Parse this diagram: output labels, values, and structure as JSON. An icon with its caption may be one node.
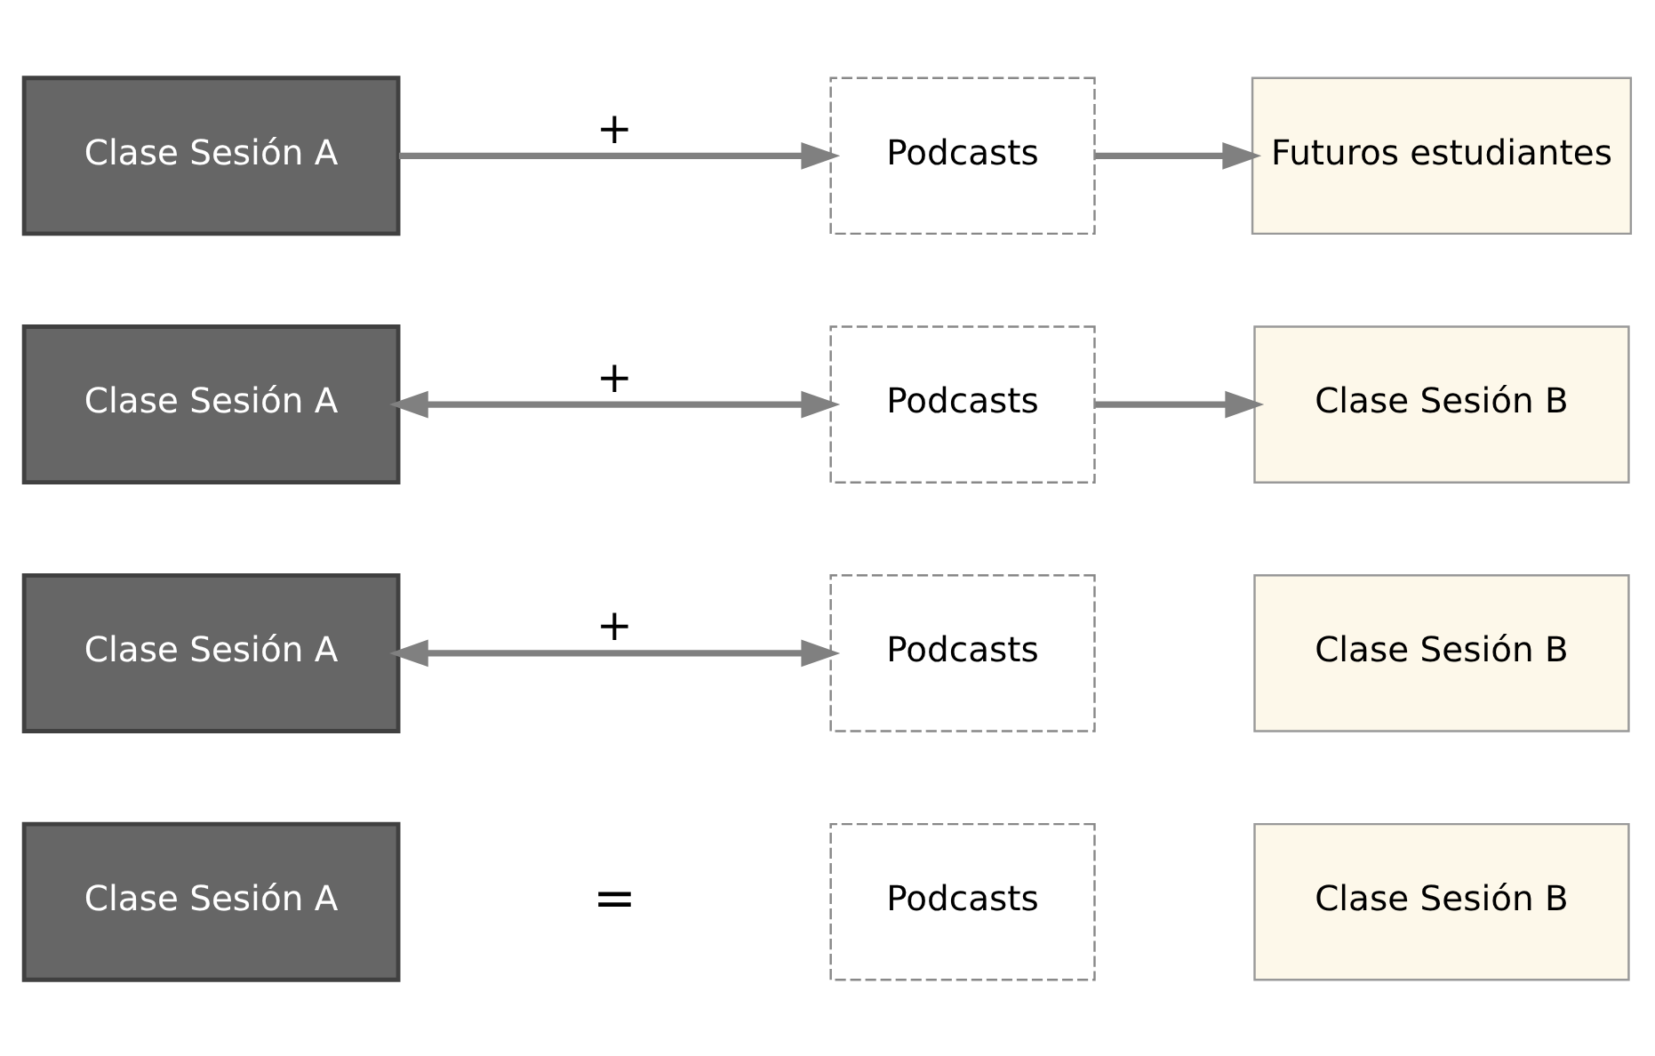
{
  "diagram": {
    "nodes": [
      {
        "text": [
          "Clase Sesión A"
        ]
      },
      {
        "text": [
          "Podcasts"
        ]
      },
      {
        "text": [
          "Clase Sesión B"
        ]
      },
      {
        "text": [
          "Clase Sesión A"
        ]
      },
      {
        "text": [
          "Podcasts"
        ]
      },
      {
        "text": [
          "Clase Sesión B"
        ]
      },
      {
        "text": [
          "Clase Sesión A"
        ]
      },
      {
        "text": [
          "Podcasts"
        ]
      },
      {
        "text": [
          "Clase Sesión B"
        ]
      },
      {
        "text": [
          "Clase Sesión A"
        ]
      },
      {
        "text": [
          "Podcasts"
        ]
      },
      {
        "text": [
          "Futuros estudiantes"
        ]
      }
    ],
    "edges": [
      {
        "from": 3,
        "to": 4,
        "arrow": "both",
        "label": "+"
      },
      {
        "from": 6,
        "to": 7,
        "arrow": "both",
        "label": "+"
      },
      {
        "from": 7,
        "to": 8,
        "arrow": "to"
      },
      {
        "from": 9,
        "to": 10,
        "arrow": "to",
        "label": "+"
      },
      {
        "from": 10,
        "to": 11,
        "arrow": "to"
      }
    ],
    "labels": [
      "="
    ]
  }
}
